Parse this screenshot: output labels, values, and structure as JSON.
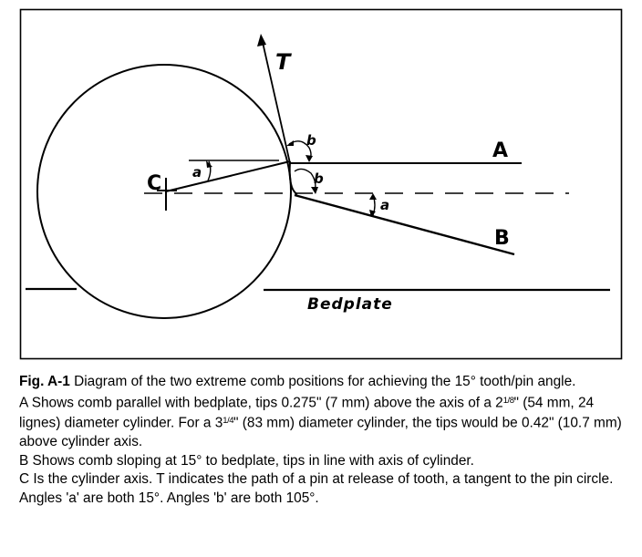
{
  "diagram": {
    "labels": {
      "tangent": "T",
      "line_a": "A",
      "line_b": "B",
      "axis": "C",
      "angle_a": "a",
      "angle_b": "b",
      "bedplate": "Bedplate"
    }
  },
  "caption": {
    "fig_label": "Fig. A-1",
    "fig_text": "Diagram of the two extreme comb positions for achieving the 15° tooth/pin angle.",
    "a_pre": "A Shows comb parallel with bedplate, tips 0.275\" (7 mm) above the axis of a 2",
    "a_frac1": "1/8",
    "a_mid": "\" (54 mm, 24 lignes) diameter cylinder. For a 3",
    "a_frac2": "1/4",
    "a_post": "\" (83 mm) diameter cylinder, the tips would be 0.42\" (10.7 mm) above cylinder axis.",
    "b_text": "B Shows comb sloping at 15° to bedplate, tips in line with axis of cylinder.",
    "c_text": "C Is the cylinder axis. T indicates the path of a pin at release of tooth, a tangent to the pin circle. Angles 'a' are both 15°. Angles 'b' are both 105°."
  }
}
